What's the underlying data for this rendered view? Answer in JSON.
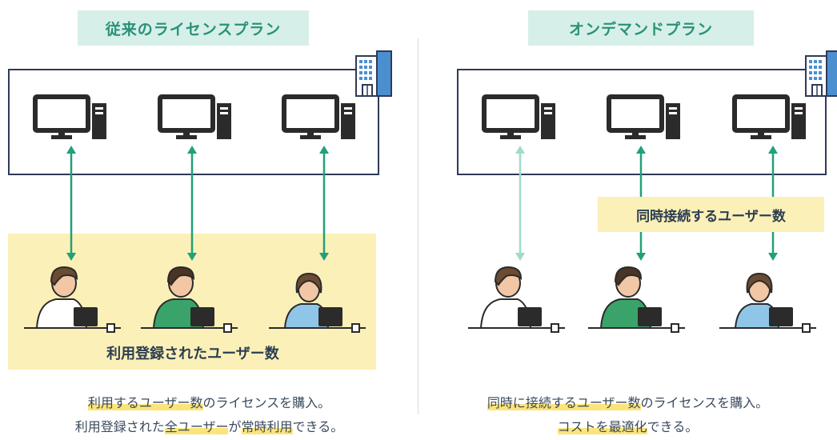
{
  "colors": {
    "accent_green": "#2a9178",
    "title_bg": "#d6efe9",
    "arrow_active": "#21a07b",
    "arrow_faded": "#9fdcc9",
    "highlight_yellow": "#fbf0b8",
    "box_border": "#2f3a56"
  },
  "left_panel": {
    "title": "従来のライセンスプラン",
    "user_count_label": "利用登録されたユーザー数",
    "description": {
      "line1": {
        "hl1": "利用するユーザー数",
        "rest1": "のライセンスを購入。"
      },
      "line2": {
        "pre": "利用登録された",
        "hl1": "全ユーザー",
        "mid": "が",
        "hl2": "常時利用",
        "rest": "できる。"
      }
    }
  },
  "right_panel": {
    "title": "オンデマンドプラン",
    "concurrent_label": "同時接続するユーザー数",
    "description": {
      "line1": {
        "hl1": "同時に接続するユーザー数",
        "rest1": "のライセンスを購入。"
      },
      "line2": {
        "hl1": "コストを最適化",
        "rest": "できる。"
      }
    }
  },
  "icons": [
    "building-icon",
    "desktop-computer-icon",
    "user-with-laptop-icon"
  ]
}
